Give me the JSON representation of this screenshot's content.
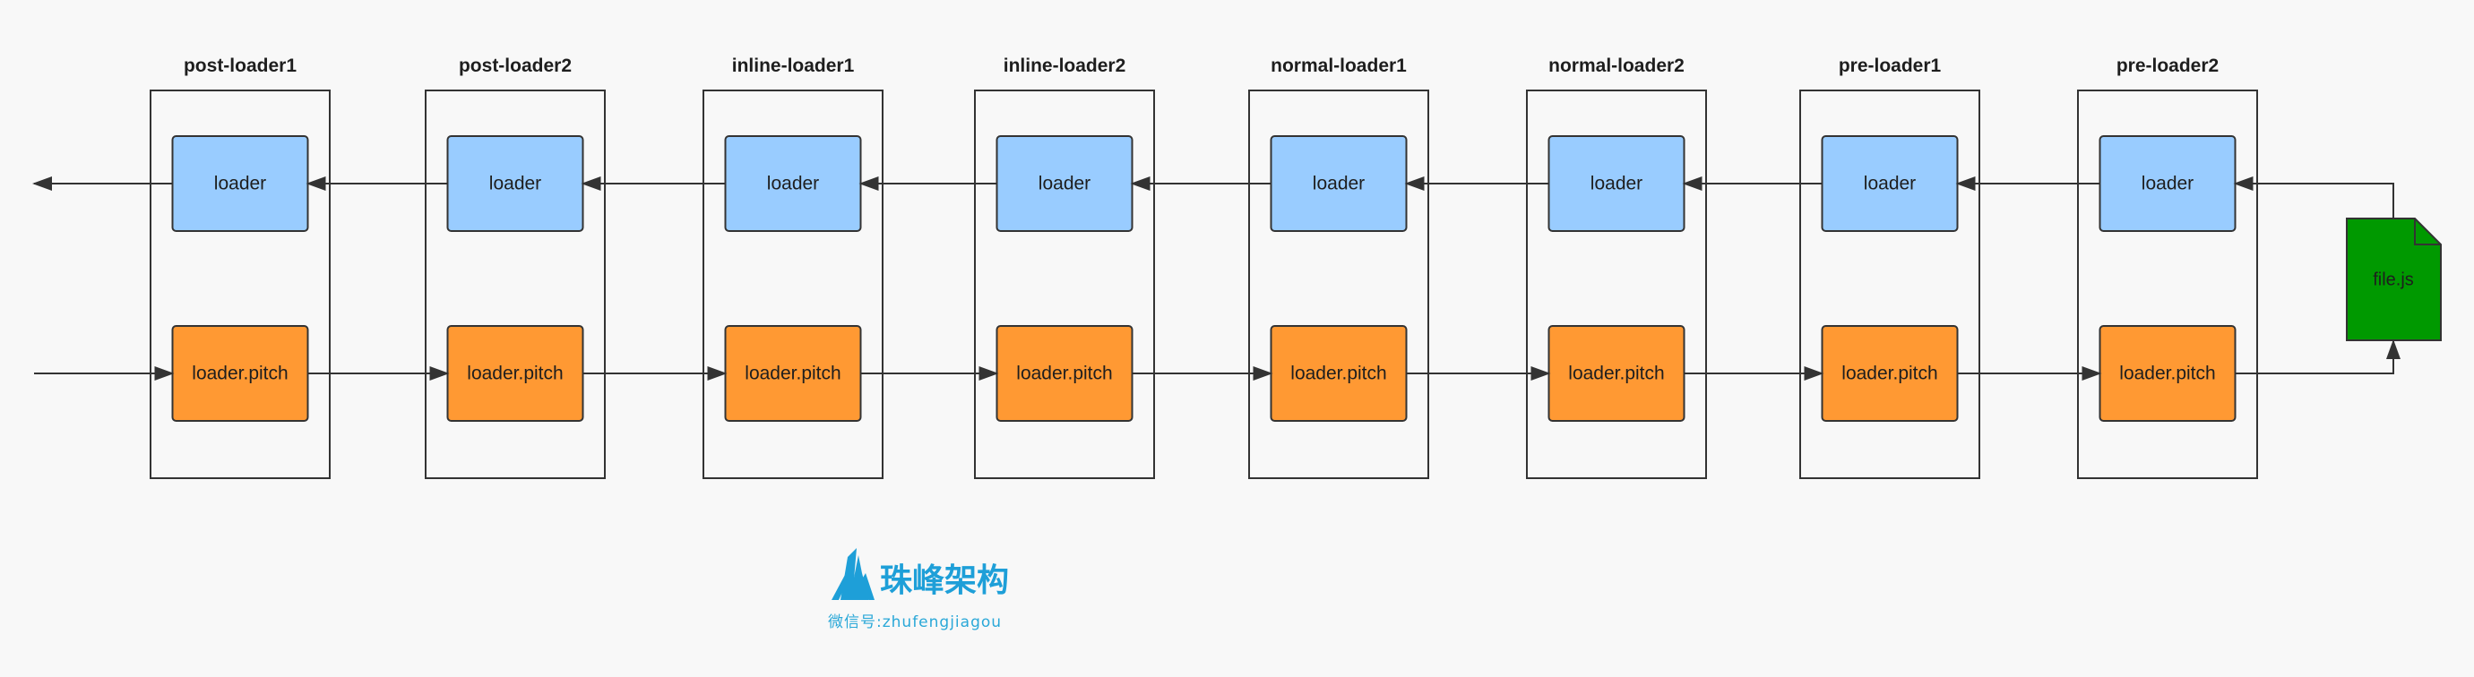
{
  "columns": [
    {
      "title": "post-loader1",
      "normal_label": "loader",
      "pitch_label": "loader.pitch"
    },
    {
      "title": "post-loader2",
      "normal_label": "loader",
      "pitch_label": "loader.pitch"
    },
    {
      "title": "inline-loader1",
      "normal_label": "loader",
      "pitch_label": "loader.pitch"
    },
    {
      "title": "inline-loader2",
      "normal_label": "loader",
      "pitch_label": "loader.pitch"
    },
    {
      "title": "normal-loader1",
      "normal_label": "loader",
      "pitch_label": "loader.pitch"
    },
    {
      "title": "normal-loader2",
      "normal_label": "loader",
      "pitch_label": "loader.pitch"
    },
    {
      "title": "pre-loader1",
      "normal_label": "loader",
      "pitch_label": "loader.pitch"
    },
    {
      "title": "pre-loader2",
      "normal_label": "loader",
      "pitch_label": "loader.pitch"
    }
  ],
  "file": {
    "label": "file.js",
    "color": "#009900"
  },
  "colors": {
    "loader": "#99ccff",
    "pitch": "#ff9933",
    "stroke": "#333333",
    "brand": "#1e9fd8"
  },
  "brand": {
    "title": "珠峰架构",
    "subtitle": "微信号:zhufengjiagou"
  }
}
